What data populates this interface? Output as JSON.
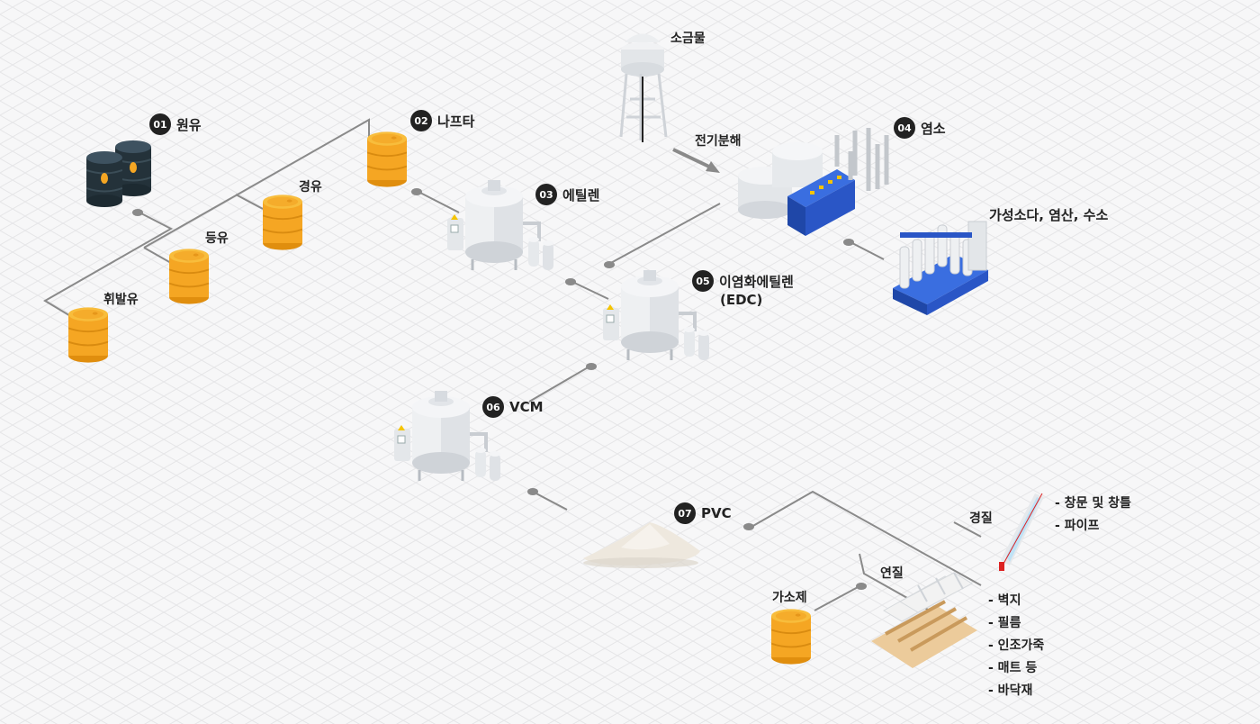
{
  "nodes": {
    "crude": {
      "num": "01",
      "label": "원유"
    },
    "naphtha": {
      "num": "02",
      "label": "나프타"
    },
    "ethylene": {
      "num": "03",
      "label": "에틸렌"
    },
    "chlorine": {
      "num": "04",
      "label": "염소"
    },
    "edc": {
      "num": "05",
      "label": "이염화에틸렌",
      "sub": "(EDC)"
    },
    "vcm": {
      "num": "06",
      "label": "VCM"
    },
    "pvc": {
      "num": "07",
      "label": "PVC"
    }
  },
  "labels": {
    "diesel": "경유",
    "kerosene": "등유",
    "gasoline": "휘발유",
    "brine": "소금물",
    "electrolysis": "전기분해",
    "byproducts": "가성소다, 염산, 수소",
    "rigid": "경질",
    "soft": "연질",
    "plasticizer": "가소제"
  },
  "rigid_uses": [
    "- 창문 및 창틀",
    "- 파이프"
  ],
  "soft_uses": [
    "- 벽지",
    "- 필름",
    "- 인조가죽",
    "- 매트 등",
    "- 바닥재"
  ],
  "colors": {
    "barrel_orange": "#f5a623",
    "barrel_dark": "#24323a",
    "line": "#8a8a8a",
    "badge": "#222222",
    "accent_blue": "#2a56c6"
  }
}
